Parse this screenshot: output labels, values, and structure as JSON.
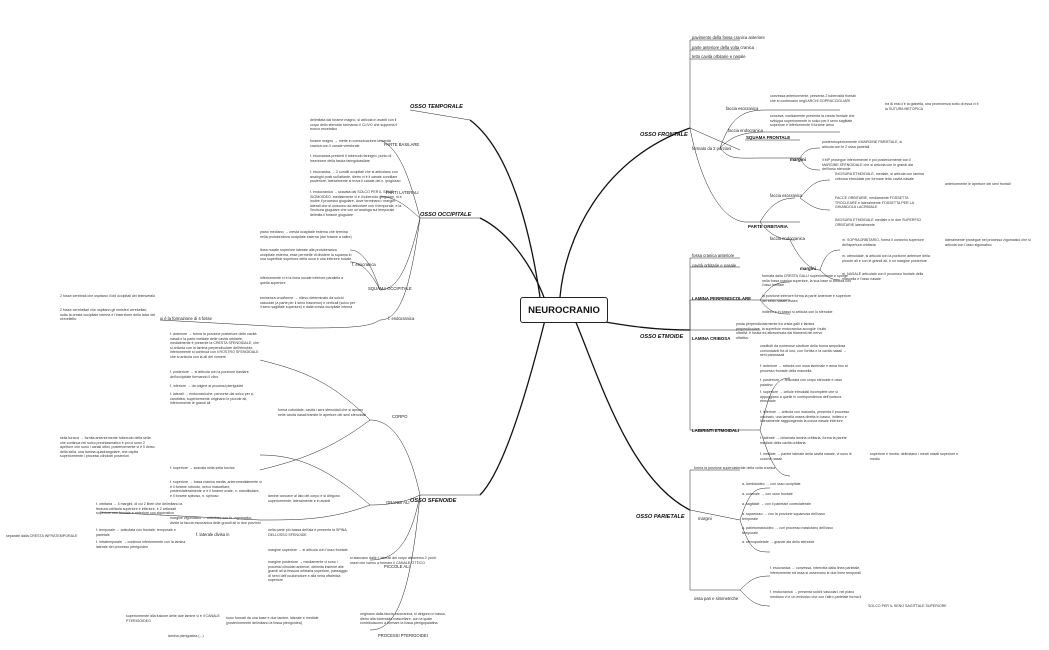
{
  "center": "NEUROCRANIO",
  "frontale": {
    "title": "OSSO FRONTALE",
    "n1": "pavimento della fossa cranica anteriore",
    "n2": "parte anteriore della volta cranica",
    "n3": "tetto cavità orbitarie e nasale",
    "formato": "formato da 2 porzioni",
    "squama": "SQUAMA FRONTALE",
    "fesoc": "faccia esocranica",
    "fesoc_t": "convessa anteriormente, presenta 2 tuberosità frontali che si continuano negli ARCHI SOPRACCIGLIARI",
    "fesoc_t2": "tra di essi c'è la glabella, una prominenza sotto di essa vi è la SUTURA METOPICA",
    "fendo": "faccia endocranica",
    "fendo_t": "concava, mediamente presenta la cresta frontale che sviluppa superiormente in solco per il seno sagittale superiore e inferiormente il forame cieco",
    "margini": "margini",
    "marg_t1": "posterosuperiormente il MARGINE PARIETALE, si articola con le 2 ossa parietali",
    "marg_t2": "il MP prosegue inferiormente e poi posteriormente con il MARGINE SFENOIDALE che si articola con le grandi ala dell'osso sfenoide",
    "orb": "PARTE ORBITARIA",
    "orb_esoc": "faccia esocranica",
    "orb_esoc_t1": "INCISURA ETMOIDALE, mediale, si articola con lamina cribrosa etmoidale per formare tetto cavità nasale",
    "orb_esoc_t1b": "anteriormente le aperture dei seni frontali",
    "orb_esoc_t2": "FACCE ORBITARIE, mediamente FOSSETTA TROCLEARE e lateralmente FOSSETTA PER LA GHIANDOLA LACRIMALE",
    "orb_endo": "faccia endocranica",
    "orb_endo_t": "INCISURA ETMOIDALE mediale e le due SUPERFICI ORBITARIE lateralmente",
    "orb_marg": "margini",
    "orb_marg_t1": "m. SOPRAORBITARIO, forma il contorno superiore dell'apertura orbitaria",
    "orb_marg_t1b": "lateralmente prosegue nel processo zigomatico che si articola con l'osso zigomatico",
    "orb_marg_t2": "m. ottmoidale, si articola con la porzione anteriore della piccole ali e con le grandi ali, è un margine posteriore",
    "orb_marg_t3": "m. NASALE articolato con il processo frontale della mascella e l'osso nasale"
  },
  "etmoide": {
    "title": "OSSO ETMOIDE",
    "n1": "fossa cranica anteriore",
    "n2": "cavità orbitarie e nasale",
    "perp": "LAMINA PERPENDICOLARE",
    "perp_t1": "formata dalla CRESTA GALLI superiormente e sporge nella fossa cranica superiore, la sua base si articola con l'osso frontale",
    "perp_t2": "la porzione inferiore forma la parte anteriore e superiore del setto nasale osseo",
    "perp_t3": "indietro e in basso si articola con lo sfenoide",
    "crib": "LAMINA CRIBOSA",
    "crib_t": "posta perpendicolarmente tra crista galli e lamina perpendicolare, la superficie endocranica accoglie i bulbi olfattivi, è forata ed attraversata dai filamenti del nervo olfattivo",
    "lab": "LABIRINTI ETMOIDALI",
    "lab_t0": "costituiti da numerose strutture della forma ampollosa comunicanti tra di loro, con l'orbita e la cavità nasali → seni paranasali",
    "lab_t1": "f. anteriore → articola con ossa lacrimale e ansa fino al processo frontale della mascella",
    "lab_t2": "f. posteriore → articolata con corpo sfenoide e osso palatino",
    "lab_t3": "f. superiore → cellule etmoidali incomplete che si appoggiano a quelle in corrispondenza dell'incisura etmoidale",
    "lab_t4": "f. inferiore → articola con mascella, presenta il processo uncinato, una lamella ossea diretta in basso, indietro e lateralmente raggiungendo la conca nasale inferiore",
    "lab_t5": "f. laterale → chiamata lamina orbitaria, forma la parete mediale della cavità orbitaria",
    "lab_t6": "f. mediale → parete laterale della cavità nasale, vi sono le conche nasali",
    "lab_t6b": "superiore e media, delimitano i meati nasali superiore e medio"
  },
  "parietale": {
    "title": "OSSO PARIETALE",
    "n1": "forma la porzione superolaterale della volta cranica",
    "margini": "margini",
    "m1": "a. lambdoideo → con osso occipitale",
    "m2": "a. coronale → con osso frontale",
    "m3": "a. sagittale → con il parietale controlaterale",
    "m4": "a. squamoso → con la porzione squamosa dell'osso temporale",
    "m5": "a. parietomastoideo → con processo mastoideo dell'osso temporale",
    "m6": "a. sfenoparietale → grande ala dello sfenoide",
    "ossa": "ossa pari e simmetriche",
    "f1": "f. esocranica → convessa, interrotta dalla linea parietale, inferiormente ed ossa si osservano le due linee temporali",
    "f2": "f. endocranica → presenta solchi vascolari, nel piano mediano vi è un emisolco che con l'altro parietale forma il",
    "f2b": "SOLCO PER IL SENO SAGITTALE SUPERIORE"
  },
  "temporale": {
    "title": "OSSO TEMPORALE"
  },
  "occipitale": {
    "title": "OSSO OCCIPITALE",
    "basilare": "PARTE BASILARE",
    "bas_t1": "delimitata dal forame magno, si articola in avanti con il corpo dello sfenoide formando il CLIVO che supporta il tronco encefalico",
    "bas_t2": "forame magno → mette in comunicazione la cavità cranica con il canale vertebrale",
    "bas_t3": "f. esocranica presenti il tubercolo faringeo, punto di inserzione della fascia faringobasilare",
    "laterali": "PARTI LATERALI",
    "lat_t1": "f. esocranica → 2 condili occipitali che si articolano con analoghi posti sull'atlante, dietro vi è il canale condilare posteriore, lateralmente si trova il canale del n. ipoglosso",
    "lat_t2": "f. endocranica → scavata dal SOLCO PER IL SENO SIGMOIDEO, medialmente vi è il tubercolo giugulare, si è inoltre il processo giugulare, dove terminano i margini laterali che si uniscono ad articolare con il temporale, e la l'incisura giugulare che con un'analoga sul temporale delimita il forame giugulare",
    "squama": "SQUAMA OCCIPITALE",
    "esoc": "f. esocranica",
    "esoc_t1": "piano mediano → cresta occipitale esterna che termina nella protuberanza occipitale esterna (dal forame a salire)",
    "esoc_t2": "linea nucale superiore laterale alla protuberanza occipitale esterna, esse permette di dividere la squama in una superficie superiore della nuca e una inferiore nucale",
    "esoc_t3": "inferiormente vi è la linea nucale inferiore parallela a quella superiore",
    "endoc": "f. endocranica",
    "endoc_t": "eminenza cruciforme → rilievo determinato da solchi vascolari (a parte per il seno trasverso) e verticali (solco per il seno sagittale superiore) e dalla cresta occipitale interna",
    "fosse": "vi è la formazione di 4 fosse",
    "fosse_t1": "2 fosse cerebrali che ospitano i lobi occipitali del telencefalo",
    "fosse_t2": "2 fosse cerebellari che ospitano gli emisferi cerebellari, sotto la cresta occipitale interna è l'inserzione della falce del cervelletto"
  },
  "sfenoide": {
    "title": "OSSO SFENOIDE",
    "corpo": "CORPO",
    "corpo_desc": "forma cuboidale, cavità i seni sfenoidali che si aprono nelle cavità nasali tramite le aperture dei seni sfenoidali",
    "c1": "f. anteriore → forma la porzione posteriore delle cavità nasali e la parte mediale delle cavità orbitarie, medialmente è presente la CRESTA SFENOIDALE, che si articola con la lamina perpendicolare dell'etmoide, inferiormente si continua con il ROSTRO SFENOIDALE che si articola con la ali del vomere",
    "c2": "f. posteriore → si articola con la porzione basilare dell'occipitale formando il clivo",
    "c3": "f. inferiore → da origine ai processi pterigoidei",
    "c4": "f. laterali → endocranicche, percorse dal solco per a. carotidea, superiormente originano le piccole ali, inferiormente le grandi ali",
    "c5": "f. superiore → scavata nella sella turcica",
    "sella": "sella turcica → fornita anteriormente tubercolo della sella che continua nel solco prechiasmatico e poi ci sono 2 aperture che sono i canali ottici, posteriormente vi è il dorso della sella, una lamina quadrangolare, che ospita superiormente i processi clinoidei posteriori",
    "ga": "GRANDI ALI",
    "ga_desc": "lamine concave al lato del corpo e si dirigono superiormente, lateralmente e in avanti",
    "ga1": "f. superiore → fossa cranica media, anteromedialmente vi è il forame rotondo, nervo mascellare, posterolateralmente vi è il forame ovale, n. mandibolare, e il forame spinoso, n. spinoso",
    "ga2": "margine zigomatico → articolato con fo. zigomatico, divide la faccia esocranica delle grandi ali in due porzioni",
    "ga3": "f. orbitaria → 4 margini, di cui 2 liberi che delimitano la fessura orbitaria superiore e inferiore, e 2 articolati superiore con frontale e anteriore con zigomatico",
    "ga4": "f. temporale → articolata con frontale, temporale e parietale",
    "ga5": "f. laterale divisa in",
    "ga6": "f. infratemporale → continua inferiormente con la lamina laterale del processo pterigoideo",
    "ga6b": "separate dalla CRESTA INFRATEMPORALE",
    "ga7": "nella parte più bassa dell'ala è presente la SPINA DELLOSSO SFENOIDE",
    "pa": "PICCOLE ALI",
    "pa_desc": "si staccano dalle f. laterali del corpo attraverso 2 punti ossei che vanno a formare il CANALE OTTICO",
    "pa1": "margine superiore → si articola con l'osso frontale",
    "pa2": "margine posteriore → mediamente vi sono i processi clinoidei anteriori, delimita insieme alle grandi ali la fessura orbitaria superiore, passaggio di nervi dell'oculomotore e alla vena oftalmica superiore",
    "pp": "PROCESSI PTERIGOIDEI",
    "pp_desc": "originano dalla faccia esocranica, si dirigono in basso, dietro alla tuberosità mascellare, con la quale contribuiscono a formare la fossa pterigopalatina",
    "pp_t": "sono formati da una base e due lamine, laterale e mediale (posteriormente delimitano la fossa pterigoidea)",
    "pp_t2": "superiormente alla fusione delle due lamine vi è il CANALE PTERIGOIDEO",
    "pp_t3": "lamina pterigoidea (...)"
  }
}
